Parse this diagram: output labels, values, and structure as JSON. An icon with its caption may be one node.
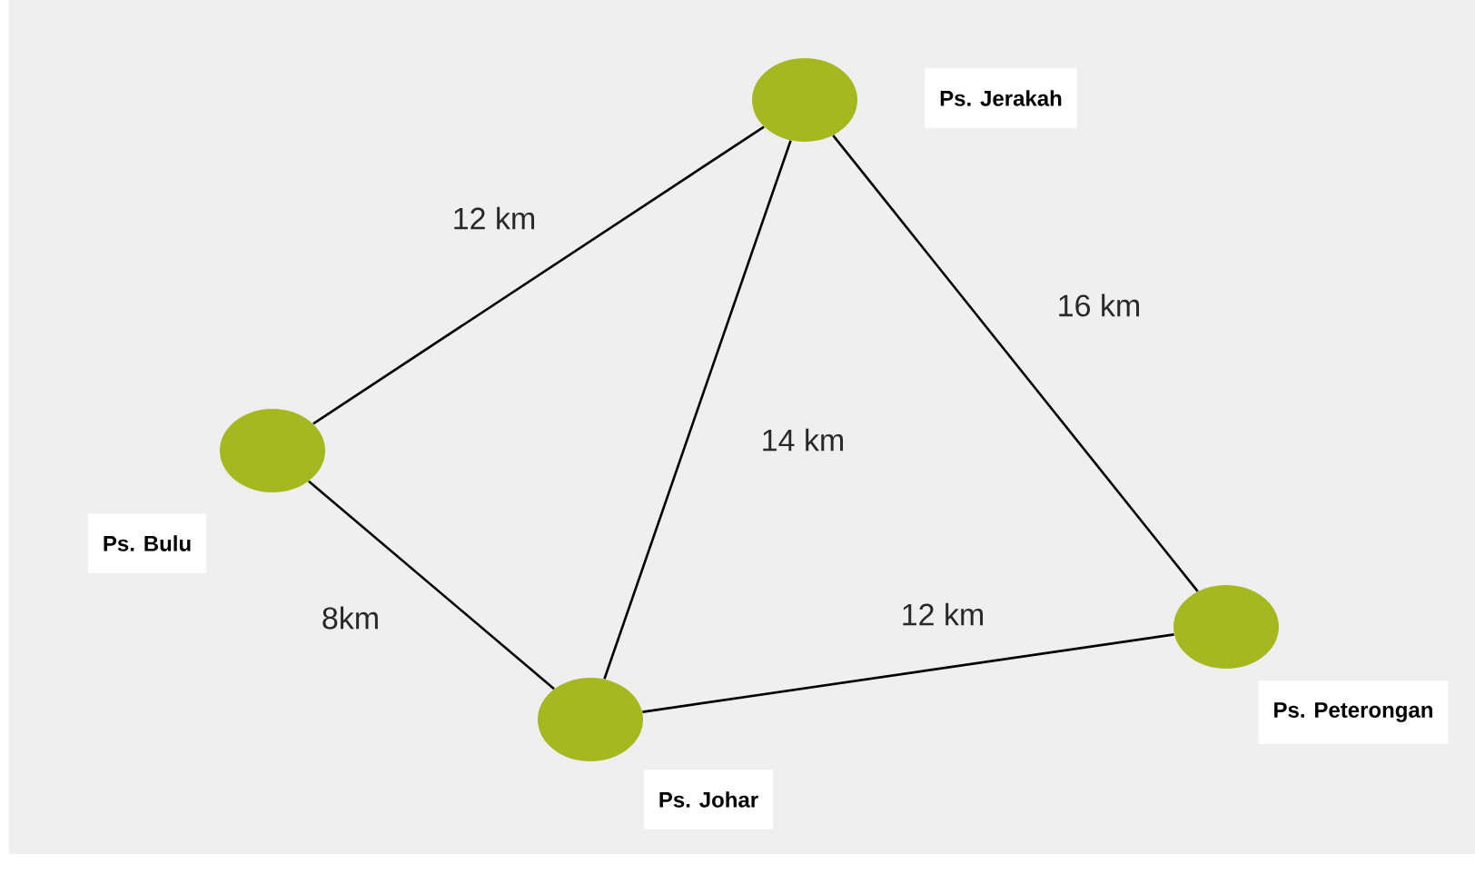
{
  "diagram": {
    "nodes": [
      {
        "text": [],
        "shape": "circle",
        "beside": [
          "Ps. Jerakah"
        ]
      },
      {
        "text": [],
        "shape": "circle",
        "beside": [
          "Ps. Bulu"
        ]
      },
      {
        "text": [],
        "shape": "circle",
        "beside": [
          "Ps. Johar"
        ]
      },
      {
        "text": [],
        "shape": "circle",
        "beside": [
          "Ps. Peterongan"
        ]
      }
    ],
    "edges": [
      {
        "from": 0,
        "to": 1,
        "arrow": "none",
        "label": "12 km"
      },
      {
        "from": 0,
        "to": 2,
        "arrow": "none",
        "label": "14 km"
      },
      {
        "from": 0,
        "to": 3,
        "arrow": "none",
        "label": "16 km"
      },
      {
        "from": 1,
        "to": 2,
        "arrow": "none",
        "label": "8km"
      },
      {
        "from": 2,
        "to": 3,
        "arrow": "none",
        "label": "12 km"
      }
    ]
  }
}
